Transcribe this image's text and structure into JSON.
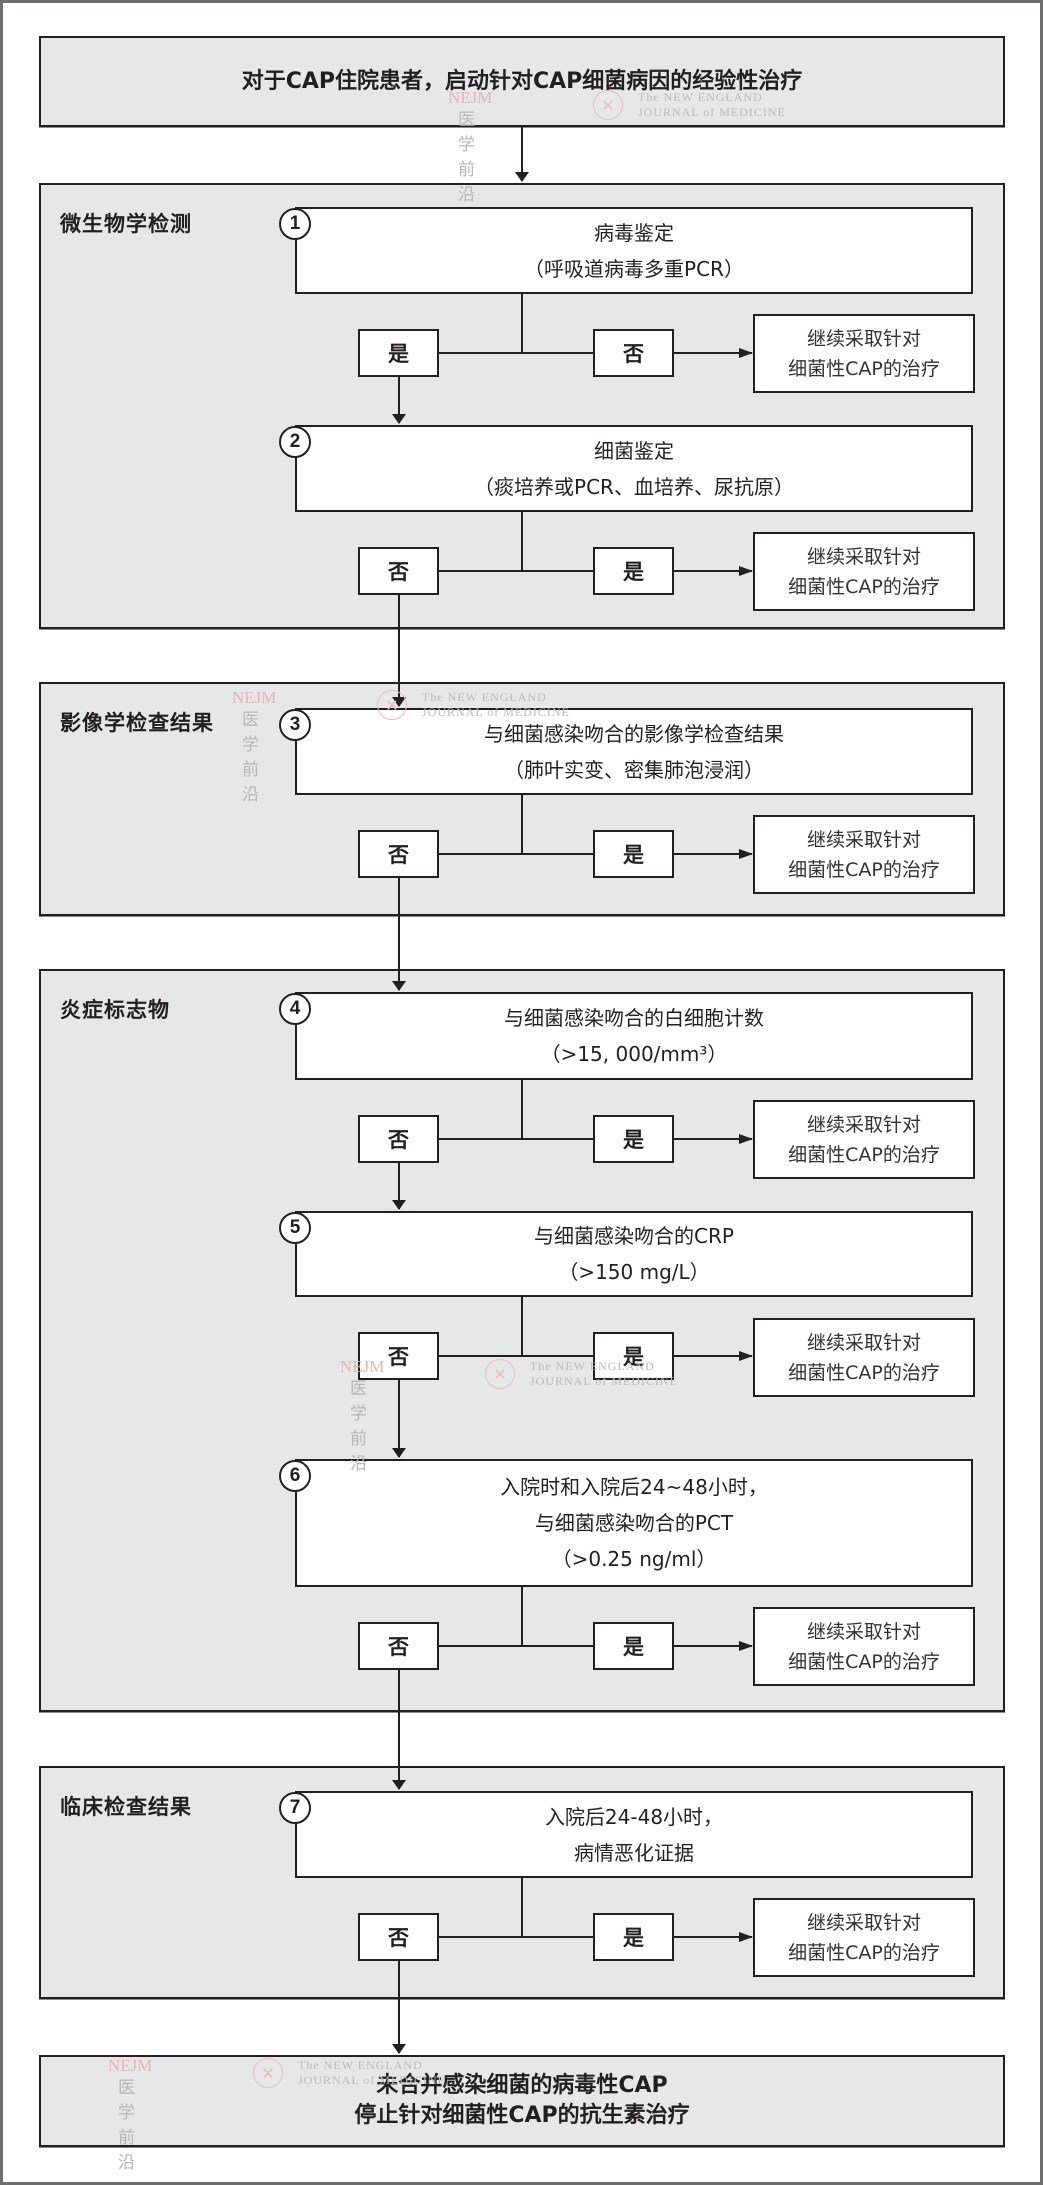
{
  "start": {
    "text": "对于CAP住院患者，启动针对CAP细菌病因的经验性治疗"
  },
  "labels": {
    "yes": "是",
    "no": "否",
    "continue_line1": "继续采取针对",
    "continue_line2": "细菌性CAP的治疗"
  },
  "sections": [
    {
      "title": "微生物学检测"
    },
    {
      "title": "影像学检查结果"
    },
    {
      "title": "炎症标志物"
    },
    {
      "title": "临床检查结果"
    }
  ],
  "steps": [
    {
      "number": "1",
      "lines": [
        "病毒鉴定",
        "（呼吸道病毒多重PCR）"
      ],
      "left_branch": "是",
      "right_branch": "否"
    },
    {
      "number": "2",
      "lines": [
        "细菌鉴定",
        "（痰培养或PCR、血培养、尿抗原）"
      ],
      "left_branch": "否",
      "right_branch": "是"
    },
    {
      "number": "3",
      "lines": [
        "与细菌感染吻合的影像学检查结果",
        "（肺叶实变、密集肺泡浸润）"
      ],
      "left_branch": "否",
      "right_branch": "是"
    },
    {
      "number": "4",
      "lines": [
        "与细菌感染吻合的白细胞计数",
        "（>15, 000/mm³）"
      ],
      "left_branch": "否",
      "right_branch": "是"
    },
    {
      "number": "5",
      "lines": [
        "与细菌感染吻合的CRP",
        "（>150 mg/L）"
      ],
      "left_branch": "否",
      "right_branch": "是"
    },
    {
      "number": "6",
      "lines": [
        "入院时和入院后24~48小时，",
        "与细菌感染吻合的PCT",
        "（>0.25 ng/ml）"
      ],
      "left_branch": "否",
      "right_branch": "是"
    },
    {
      "number": "7",
      "lines": [
        "入院后24-48小时，",
        "病情恶化证据"
      ],
      "left_branch": "否",
      "right_branch": "是"
    }
  ],
  "end": {
    "line1": "未合并感染细菌的病毒性CAP",
    "line2": "停止针对细菌性CAP的抗生素治疗"
  },
  "watermark": {
    "nejm": "NEJM",
    "cn": "医学前沿",
    "journal_line1": "The NEW ENGLAND",
    "journal_line2": "JOURNAL of MEDICINE"
  },
  "colors": {
    "section_fill": "#e6e7e8",
    "stroke": "#231f20",
    "frame": "#6d6e70",
    "watermark_red": "#e8b3ad"
  }
}
